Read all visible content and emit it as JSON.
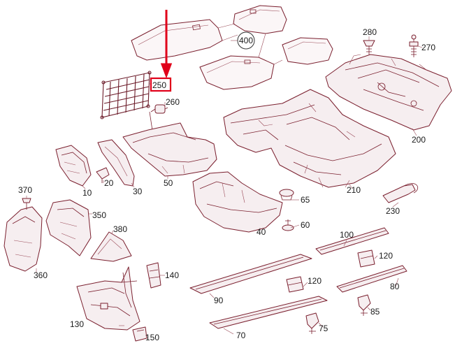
{
  "diagram": {
    "highlight_color": "#e0001a",
    "line_color": "#7a1f2e",
    "highlighted_label": "250",
    "labels": {
      "p10": "10",
      "p20": "20",
      "p30": "30",
      "p40": "40",
      "p50": "50",
      "p60": "60",
      "p65": "65",
      "p70": "70",
      "p75": "75",
      "p80": "80",
      "p85": "85",
      "p90": "90",
      "p100": "100",
      "p120a": "120",
      "p120b": "120",
      "p130": "130",
      "p140": "140",
      "p150": "150",
      "p200": "200",
      "p210": "210",
      "p230": "230",
      "p250": "250",
      "p260": "260",
      "p270": "270",
      "p280": "280",
      "p350": "350",
      "p360": "360",
      "p370": "370",
      "p380": "380",
      "p400": "400"
    }
  }
}
